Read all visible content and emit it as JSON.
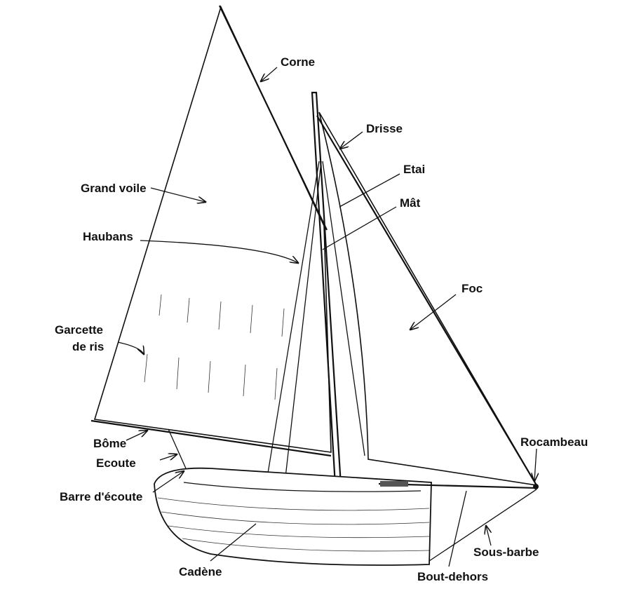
{
  "labels": {
    "corne": "Corne",
    "drisse": "Drisse",
    "etai": "Etai",
    "mat": "Mât",
    "grand_voile": "Grand voile",
    "haubans": "Haubans",
    "foc": "Foc",
    "garcette_1": "Garcette",
    "garcette_2": "de ris",
    "bome": "Bôme",
    "ecoute": "Ecoute",
    "barre_ecoute": "Barre d'écoute",
    "rocambeau": "Rocambeau",
    "cadene": "Cadène",
    "sous_barbe": "Sous-barbe",
    "bout_dehors": "Bout-dehors"
  }
}
